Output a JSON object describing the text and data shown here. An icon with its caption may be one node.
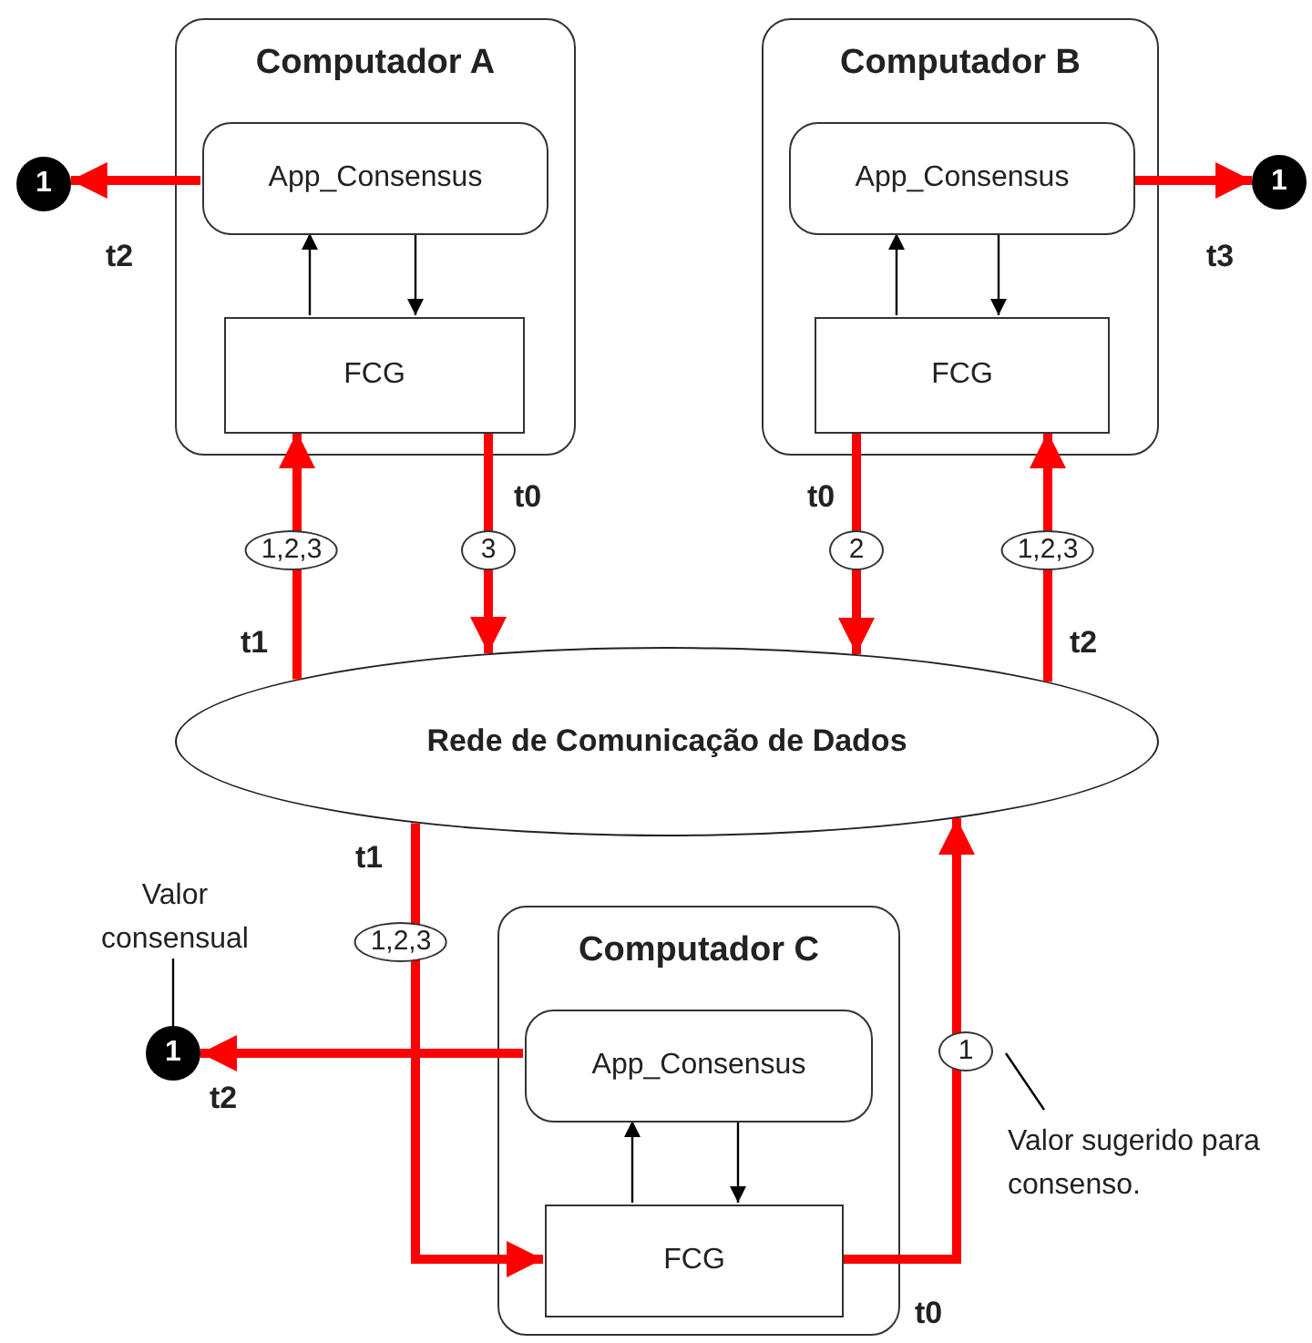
{
  "diagram": {
    "nodes": [
      {
        "text": [
          "Computador A"
        ]
      },
      {
        "text": [
          "App_Consensus"
        ],
        "in": 0
      },
      {
        "text": [
          "FCG"
        ],
        "in": 0
      },
      {
        "text": [
          "Computador B"
        ]
      },
      {
        "text": [
          "App_Consensus"
        ],
        "in": 3
      },
      {
        "text": [
          "FCG"
        ],
        "in": 3
      },
      {
        "text": [
          "Rede de Comunicação de Dados"
        ]
      },
      {
        "text": [
          "Computador C"
        ]
      },
      {
        "text": [
          "App_Consensus"
        ],
        "in": 7
      },
      {
        "text": [
          "FCG"
        ],
        "in": 7
      },
      {
        "text": [
          "1"
        ]
      },
      {
        "text": [
          "1"
        ]
      },
      {
        "text": [
          "1"
        ]
      },
      {
        "text": [
          "Valor consensual"
        ]
      },
      {
        "text": [
          "Valor sugerido para consenso."
        ]
      }
    ],
    "edges": [
      {
        "from": 1,
        "to": 10,
        "arrow": "to"
      },
      {
        "from": 2,
        "to": 1,
        "arrow": "to",
        "color": "#000000"
      },
      {
        "from": 1,
        "to": 2,
        "arrow": "to",
        "color": "#000000"
      },
      {
        "from": 6,
        "to": 2,
        "arrow": "to",
        "label": "1,2,3"
      },
      {
        "from": 2,
        "to": 6,
        "arrow": "to",
        "label": "3"
      },
      {
        "from": 4,
        "to": 11,
        "arrow": "to"
      },
      {
        "from": 5,
        "to": 4,
        "arrow": "to",
        "color": "#000000"
      },
      {
        "from": 4,
        "to": 5,
        "arrow": "to",
        "color": "#000000"
      },
      {
        "from": 5,
        "to": 6,
        "arrow": "to",
        "label": "2"
      },
      {
        "from": 6,
        "to": 5,
        "arrow": "to",
        "label": "1,2,3"
      },
      {
        "from": 8,
        "to": 12,
        "arrow": "to"
      },
      {
        "from": 9,
        "to": 8,
        "arrow": "to",
        "color": "#000000"
      },
      {
        "from": 8,
        "to": 9,
        "arrow": "to",
        "color": "#000000"
      },
      {
        "from": 6,
        "to": 9,
        "arrow": "to",
        "label": "1,2,3"
      },
      {
        "from": 9,
        "to": 6,
        "arrow": "to",
        "label": "1"
      },
      {
        "from": 13,
        "to": 12,
        "arrow": "none",
        "color": "#000000"
      },
      {
        "from": 14,
        "to": null,
        "arrow": "none",
        "color": "#000000"
      }
    ],
    "labels": [
      "t2",
      "t3",
      "t0",
      "t1",
      "t0",
      "t2",
      "t1",
      "t2",
      "t0"
    ]
  }
}
